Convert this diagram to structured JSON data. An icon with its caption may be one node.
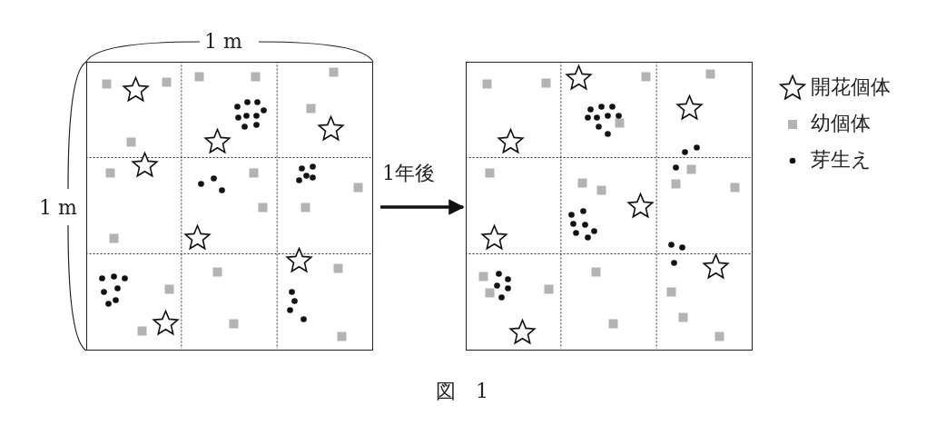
{
  "diagram": {
    "caption": "図　1",
    "nodes": [
      {
        "text": [],
        "shape": "box"
      },
      {
        "text": [],
        "shape": "box"
      }
    ],
    "edges": [
      {
        "from": 0,
        "to": 1,
        "arrow": "to",
        "label": "1年後"
      }
    ],
    "labels": [
      "1 m",
      "1 m"
    ],
    "legend": [
      {
        "text": "開花個体"
      },
      {
        "text": "幼個体",
        "color": "#b3b3b3"
      },
      {
        "text": "芽生え"
      }
    ]
  }
}
